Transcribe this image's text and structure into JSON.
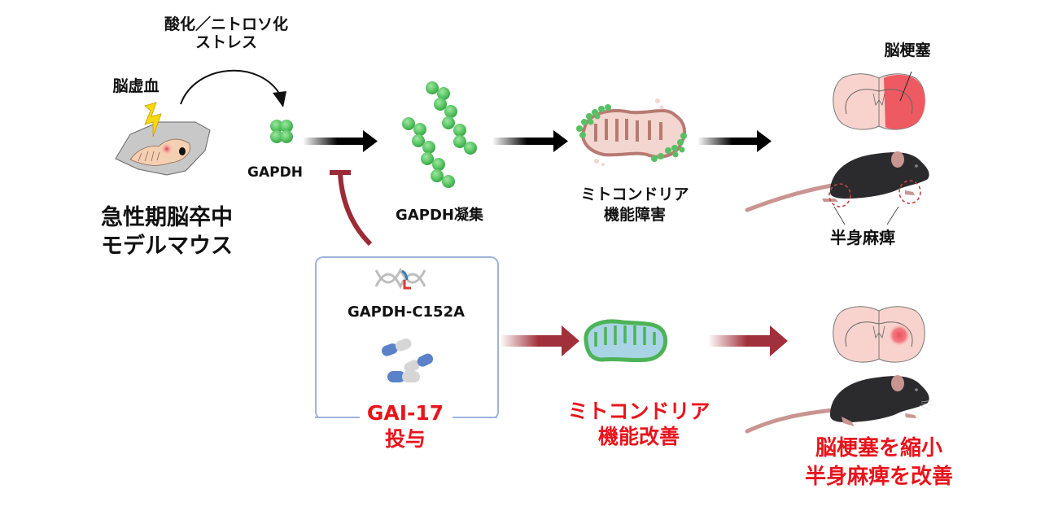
{
  "stress_label": [
    "酸化／ニトロソ化",
    "ストレス"
  ],
  "ischemia_label": "脳虚血",
  "model_label": [
    "急性期脳卒中",
    "モデルマウス"
  ],
  "gapdh_label": "GAPDH",
  "aggregation_label": "GAPDH凝集",
  "mito_dysfunction_label": [
    "ミトコンドリア",
    "機能障害"
  ],
  "infarct_label": "脳梗塞",
  "hemiplegia_label": "半身麻痺",
  "intervention": {
    "mutant_label": "GAPDH-C152A",
    "drug_label": "GAI-17",
    "administration_label": "投与"
  },
  "mito_improvement_label": [
    "ミトコンドリア",
    "機能改善"
  ],
  "outcome_label": [
    "脳梗塞を縮小",
    "半身麻痺を改善"
  ],
  "colors": {
    "text": "#111111",
    "accent_red": "#e8141c",
    "inhibit_arrow": "#9b2b35",
    "box_border": "#9fb4d8",
    "gapdh_green": "#5fc86a",
    "infarct": "#ee5a62",
    "brain_tissue": "#f8d3cd",
    "mouse_body": "#2b2b2d"
  }
}
